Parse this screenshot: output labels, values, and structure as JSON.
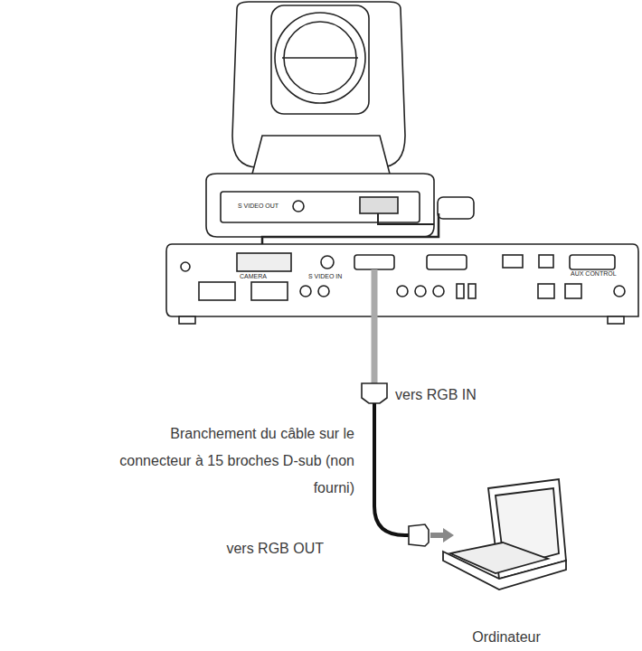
{
  "diagram": {
    "labels": [
      "S VIDEO OUT",
      "CAMERA",
      "S VIDEO IN",
      "AUX CONTROL",
      "vers RGB IN",
      "Branchement du câble sur le connecteur à 15 broches D-sub (non fourni)",
      "vers RGB OUT",
      "Ordinateur"
    ]
  }
}
